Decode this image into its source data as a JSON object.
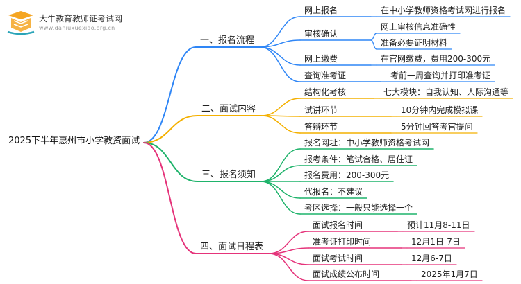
{
  "brand": {
    "name": "大牛教育教师证考试网",
    "url": "www.daniuxuexiao.org.cn",
    "colors": {
      "orange": "#f5a623",
      "teal": "#2aa4b8"
    }
  },
  "root": {
    "label": "2025下半年惠州市小学教资面试"
  },
  "branches": [
    {
      "label": "一、报名流程",
      "color": "#2f86f6",
      "children": [
        {
          "label": "网上报名",
          "children": [
            {
              "label": "在中小学教师资格考试网进行报名"
            }
          ]
        },
        {
          "label": "审核确认",
          "children": [
            {
              "label": "网上审核信息准确性"
            },
            {
              "label": "准备必要证明材料"
            }
          ]
        },
        {
          "label": "网上缴费",
          "children": [
            {
              "label": "在官网缴费，费用200-300元"
            }
          ]
        },
        {
          "label": "查询准考证",
          "children": [
            {
              "label": "考前一周查询并打印准考证"
            }
          ]
        }
      ]
    },
    {
      "label": "二、面试内容",
      "color": "#f4b000",
      "children": [
        {
          "label": "结构化考核",
          "children": [
            {
              "label": "七大模块：自我认知、人际沟通等"
            }
          ]
        },
        {
          "label": "试讲环节",
          "children": [
            {
              "label": "10分钟内完成模拟课"
            }
          ]
        },
        {
          "label": "答辩环节",
          "children": [
            {
              "label": "5分钟回答考官提问"
            }
          ]
        }
      ]
    },
    {
      "label": "三、报名须知",
      "color": "#1fb36b",
      "children": [
        {
          "label": "报名网址：中小学教师资格考试网"
        },
        {
          "label": "报考条件：笔试合格、居住证"
        },
        {
          "label": "报名费用：200-300元"
        },
        {
          "label": "代报名：不建议"
        },
        {
          "label": "考区选择：一般只能选择一个"
        }
      ]
    },
    {
      "label": "四、面试日程表",
      "color": "#e5337a",
      "children": [
        {
          "label": "面试报名时间",
          "children": [
            {
              "label": "预计11月8-11日"
            }
          ]
        },
        {
          "label": "准考证打印时间",
          "children": [
            {
              "label": "12月1日-7日"
            }
          ]
        },
        {
          "label": "面试考试时间",
          "children": [
            {
              "label": "12月6-7日"
            }
          ]
        },
        {
          "label": "面试成绩公布时间",
          "children": [
            {
              "label": "2025年1月7日"
            }
          ]
        }
      ]
    }
  ]
}
